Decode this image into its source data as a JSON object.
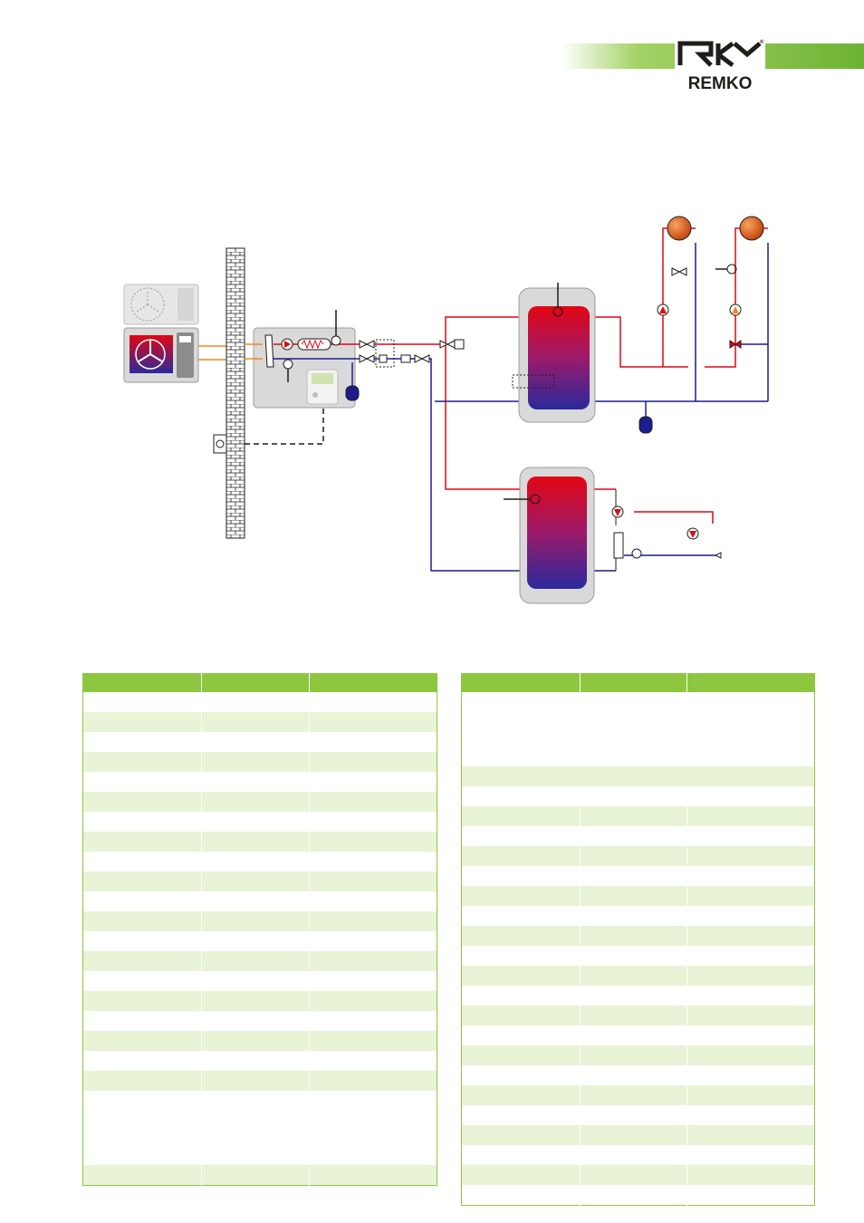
{
  "header": {
    "brand": "REMKO",
    "registered_mark": "®",
    "band_color": "#8dc63f"
  },
  "schematic": {
    "colors": {
      "supply": "#e30613",
      "return": "#1d1d8f",
      "refrigerant": "#f08a24",
      "housing": "#d9d9d9",
      "wall": "#ffffff"
    },
    "icons": [
      "fan-icon",
      "pump-icon",
      "valve-icon",
      "expansion-vessel-icon",
      "sensor-icon",
      "radiator-icon",
      "mixing-valve-icon",
      "heat-exchanger-icon",
      "controller-icon"
    ]
  },
  "tables": {
    "header_color": "#8dc63f",
    "stripe_color": "#e9f3d6",
    "left_row_heights": [
      22,
      22,
      22,
      22,
      22,
      22,
      22,
      22,
      22,
      22,
      22,
      22,
      22,
      22,
      22,
      22,
      22,
      22,
      22,
      22,
      82,
      22
    ],
    "right_row_heights": [
      82,
      22,
      22,
      22,
      22,
      22,
      22,
      22,
      22,
      22,
      22,
      22,
      22,
      22,
      22,
      22,
      22,
      22,
      22,
      22,
      22,
      22,
      22
    ]
  }
}
